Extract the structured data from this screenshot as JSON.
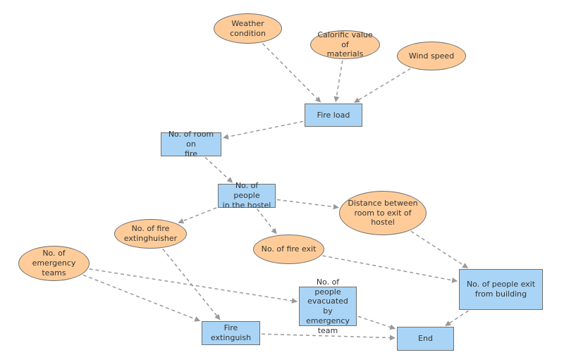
{
  "nodes": {
    "weather": "Weather\ncondition",
    "calorific": "Calorific value of\nmaterials",
    "wind": "Wind speed",
    "fire_load": "Fire load",
    "rooms": "No. of room on\nfire",
    "people": "No. of people\nin the hostel",
    "distance": "Distance between\nroom to exit of hostel",
    "extinguisher": "No. of fire\nextinghuisher",
    "fire_exit": "No. of fire exit",
    "emergency_teams": "No. of emergency\nteams",
    "exit_building": "No. of people exit\nfrom building",
    "evacuated": "No. of people\nevacuated by\nemergency\nteam",
    "extinguish": "Fire\nextinguish",
    "end": "End"
  },
  "colors": {
    "ellipse_fill": "#ffcc99",
    "rect_fill": "#a9d4f5",
    "border": "#6f6f6f",
    "edge": "#999999"
  },
  "edges": [
    [
      "weather",
      "fire_load"
    ],
    [
      "calorific",
      "fire_load"
    ],
    [
      "wind",
      "fire_load"
    ],
    [
      "fire_load",
      "rooms"
    ],
    [
      "rooms",
      "people"
    ],
    [
      "people",
      "distance"
    ],
    [
      "people",
      "extinguisher"
    ],
    [
      "people",
      "fire_exit"
    ],
    [
      "distance",
      "exit_building"
    ],
    [
      "fire_exit",
      "exit_building"
    ],
    [
      "extinguisher",
      "extinguish"
    ],
    [
      "emergency_teams",
      "extinguish"
    ],
    [
      "emergency_teams",
      "evacuated"
    ],
    [
      "exit_building",
      "end"
    ],
    [
      "evacuated",
      "end"
    ],
    [
      "extinguish",
      "end"
    ]
  ]
}
